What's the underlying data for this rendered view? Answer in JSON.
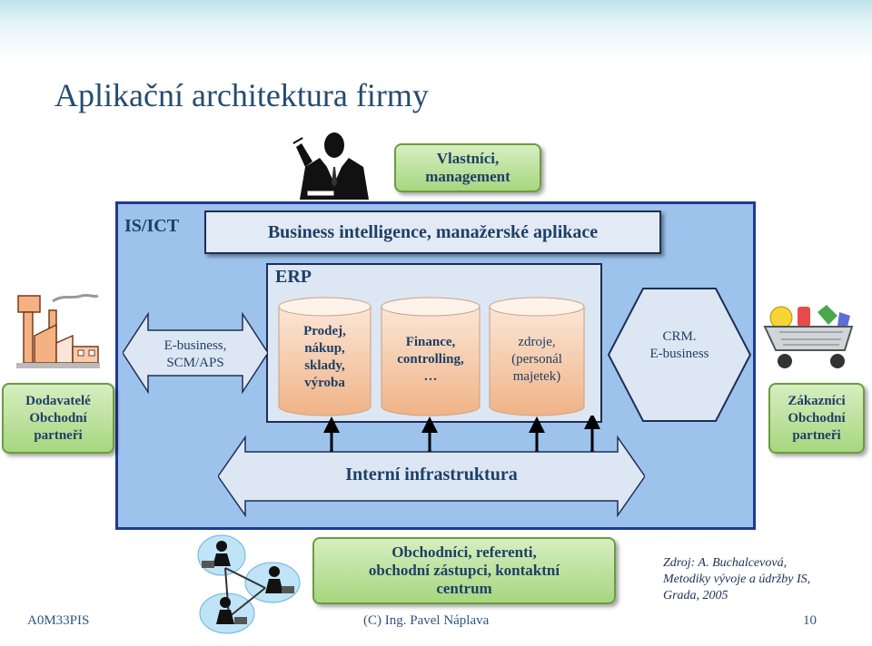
{
  "title": "Aplikační architektura firmy",
  "owners": [
    "Vlastníci,",
    "management"
  ],
  "ict_label": "IS/ICT",
  "bi_label": "Business intelligence, manažerské aplikace",
  "erp_label": "ERP",
  "ebusiness_arrow": [
    "E-business,",
    "SCM/APS"
  ],
  "erp_modules": [
    {
      "lines": [
        "Prodej,",
        "nákup,",
        "sklady,",
        "výroba"
      ]
    },
    {
      "lines": [
        "Finance,",
        "controlling,",
        "…"
      ]
    },
    {
      "lines": [
        "zdroje,",
        "(personál",
        "majetek)"
      ]
    }
  ],
  "crm": [
    "CRM.",
    "E-business"
  ],
  "suppliers": [
    "Dodavatelé",
    "Obchodní",
    "partneři"
  ],
  "customers": [
    "Zákazníci",
    "Obchodní",
    "partneři"
  ],
  "infrastructure": "Interní infrastruktura",
  "sales": [
    "Obchodníci, referenti,",
    "obchodní zástupci, kontaktní",
    "centrum"
  ],
  "source": [
    "Zdroj: A. Buchalcevová,",
    "Metodiky vývoje a údržby IS,",
    "Grada, 2005"
  ],
  "footer": {
    "course": "A0M33PIS",
    "author": "(C) Ing. Pavel Náplava",
    "page": "10"
  },
  "colors": {
    "panel": "#9dc3ec",
    "border": "#1f3a93",
    "green": "#a8d680",
    "text": "#1e3f66"
  },
  "icons": [
    "businessman-icon",
    "factory-icon",
    "shopping-cart-icon",
    "network-people-icon"
  ]
}
